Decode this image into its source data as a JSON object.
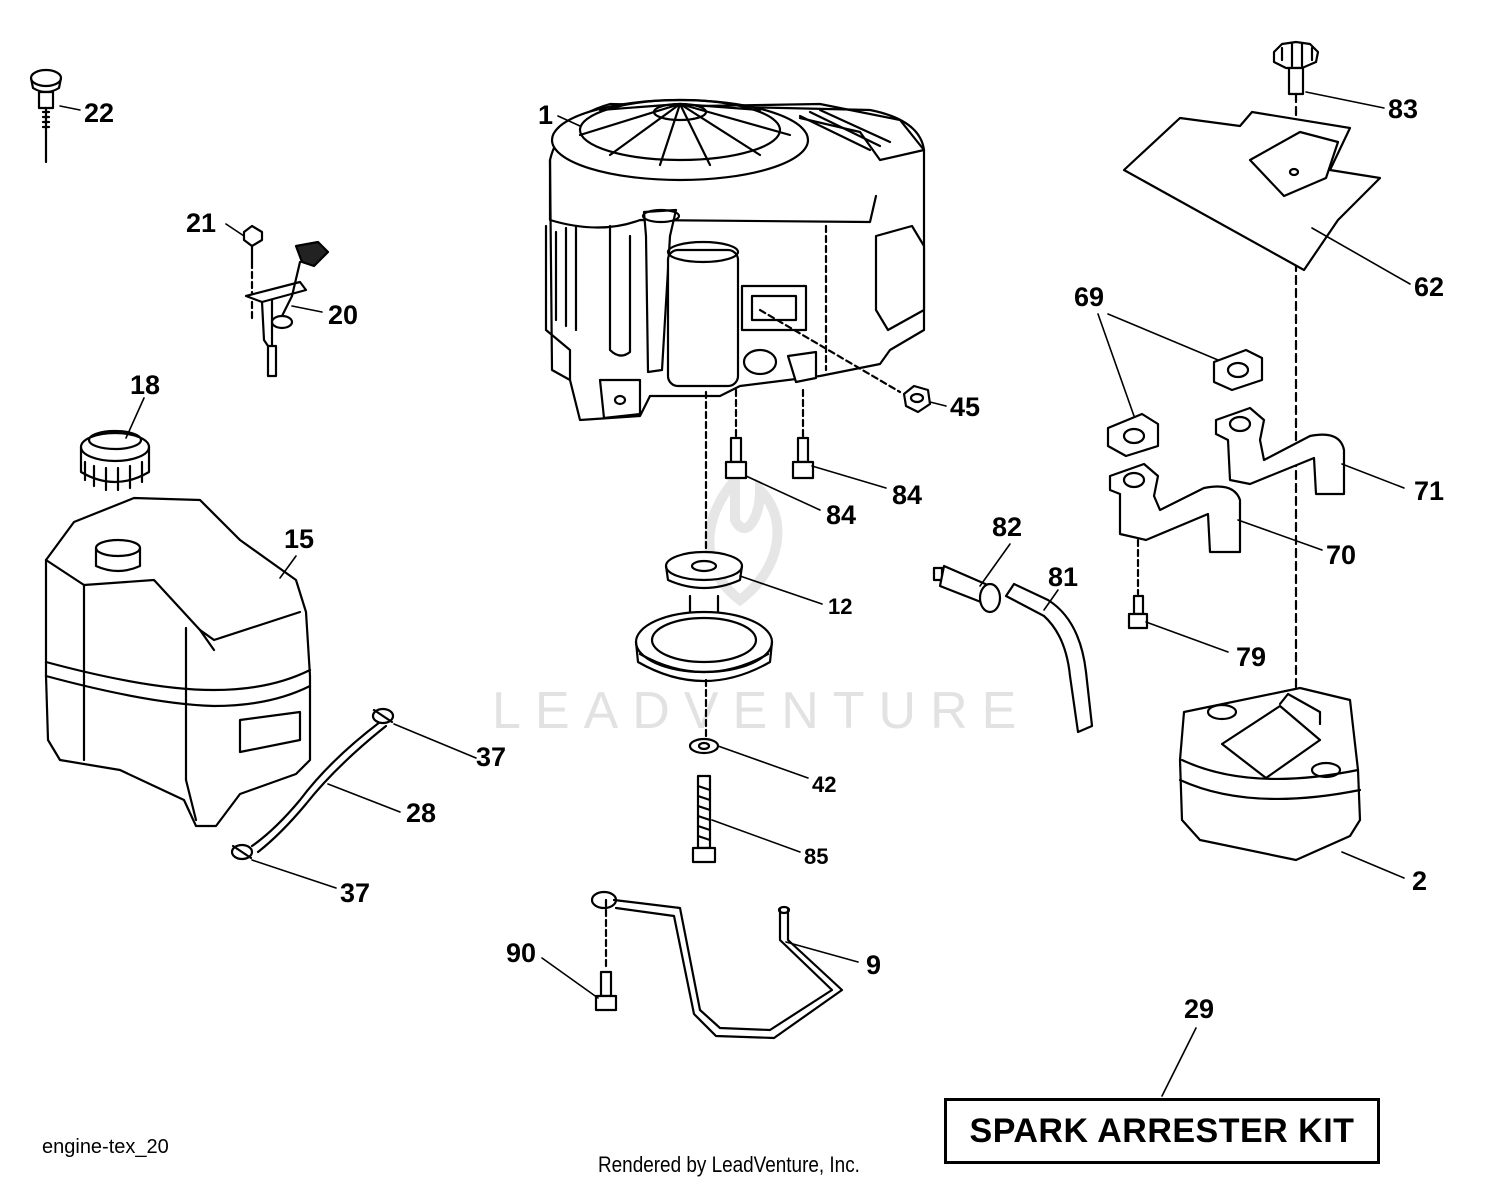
{
  "diagram_id": "engine-tex_20",
  "credit": "Rendered by LeadVenture, Inc.",
  "watermark": "LEADVENTURE",
  "kit_label": "SPARK ARRESTER KIT",
  "callouts": {
    "c1": "1",
    "c2": "2",
    "c9": "9",
    "c12": "12",
    "c15": "15",
    "c18": "18",
    "c20": "20",
    "c21": "21",
    "c22": "22",
    "c28": "28",
    "c29": "29",
    "c37a": "37",
    "c37b": "37",
    "c42": "42",
    "c45": "45",
    "c62": "62",
    "c69": "69",
    "c70": "70",
    "c71": "71",
    "c79": "79",
    "c81": "81",
    "c82": "82",
    "c83": "83",
    "c84a": "84",
    "c84b": "84",
    "c85": "85",
    "c90": "90"
  }
}
